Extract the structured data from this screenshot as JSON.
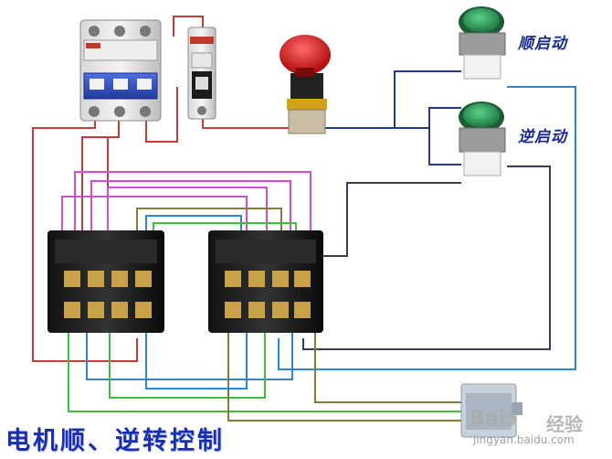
{
  "title": "电机顺、逆转控制",
  "labels": {
    "forward_start": "顺启动",
    "reverse_start": "逆启动"
  },
  "watermark": {
    "brand": "Baiↄ",
    "brand_cn": "经验",
    "url": "jingyan.baidu.com"
  },
  "wire_colors": {
    "red": "#c83a3a",
    "magenta": "#d84ad8",
    "green": "#3cbf3c",
    "blue": "#2a86d6",
    "navy": "#1f3a8f",
    "olive": "#8a7a3a",
    "dark": "#3a3a5a"
  }
}
